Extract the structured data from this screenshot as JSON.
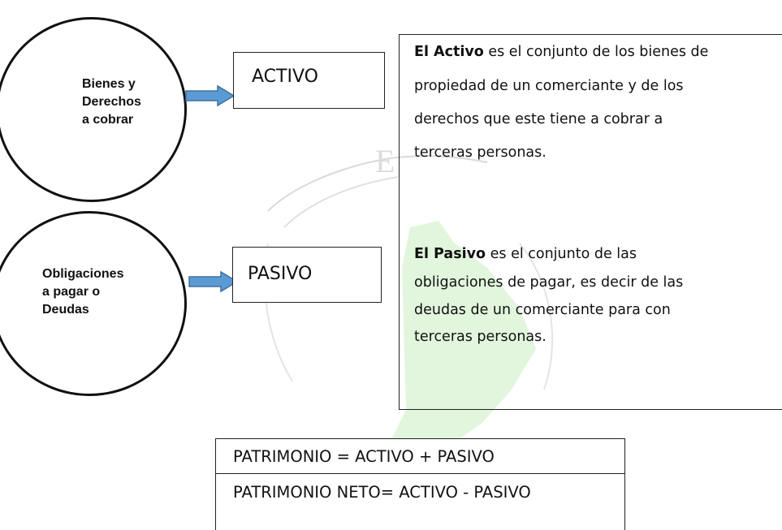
{
  "circles": [
    {
      "text": "Bienes y\nDerechos\na cobrar"
    },
    {
      "text": "Obligaciones\na pagar o\nDeudas"
    }
  ],
  "boxes": {
    "activo": "ACTIVO",
    "pasivo": "PASIVO"
  },
  "descriptions": {
    "activo": {
      "term": "El Activo",
      "line1_rest": " es el conjunto de los bienes de",
      "line2": "propiedad de un comerciante y de los",
      "line3": "derechos que este tiene a cobrar a",
      "line4": "terceras personas."
    },
    "pasivo": {
      "term": "El Pasivo",
      "line1_rest": " es el conjunto de las",
      "line2": "obligaciones de pagar, es decir de las",
      "line3": "deudas de un comerciante para con",
      "line4": "terceras personas."
    }
  },
  "formulas": {
    "patrimonio": "PATRIMONIO = ACTIVO + PASIVO",
    "patrimonio_neto": "PATRIMONIO NETO= ACTIVO - PASIVO"
  },
  "colors": {
    "arrow_fill": "#5b9bd5",
    "arrow_stroke": "#41719c",
    "watermark_green": "#c8eec0"
  }
}
